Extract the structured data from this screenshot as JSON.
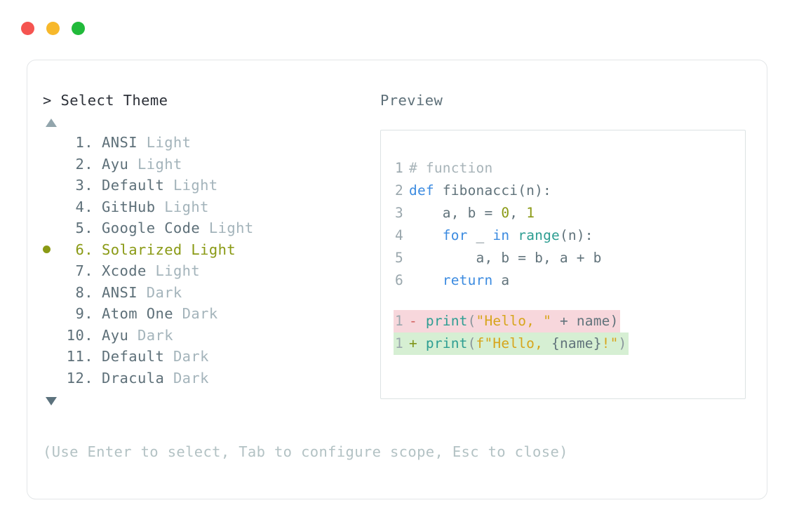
{
  "window": {
    "buttons": [
      {
        "name": "close",
        "color": "#F55450"
      },
      {
        "name": "minimize",
        "color": "#F7B82B"
      },
      {
        "name": "maximize",
        "color": "#21BA3A"
      }
    ]
  },
  "selector": {
    "prompt": "> Select Theme",
    "scroll_up_icon": "triangle-up-icon",
    "scroll_down_icon": "triangle-down-icon",
    "selected_index": 6,
    "selected_bullet_color": "#8A9A15",
    "items": [
      {
        "number": "1.",
        "name": "ANSI",
        "variant": "Light",
        "selected": false
      },
      {
        "number": "2.",
        "name": "Ayu",
        "variant": "Light",
        "selected": false
      },
      {
        "number": "3.",
        "name": "Default",
        "variant": "Light",
        "selected": false
      },
      {
        "number": "4.",
        "name": "GitHub",
        "variant": "Light",
        "selected": false
      },
      {
        "number": "5.",
        "name": "Google Code",
        "variant": "Light",
        "selected": false
      },
      {
        "number": "6.",
        "name": "Solarized",
        "variant": "Light",
        "selected": true
      },
      {
        "number": "7.",
        "name": "Xcode",
        "variant": "Light",
        "selected": false
      },
      {
        "number": "8.",
        "name": "ANSI",
        "variant": "Dark",
        "selected": false
      },
      {
        "number": "9.",
        "name": "Atom One",
        "variant": "Dark",
        "selected": false
      },
      {
        "number": "10.",
        "name": "Ayu",
        "variant": "Dark",
        "selected": false
      },
      {
        "number": "11.",
        "name": "Default",
        "variant": "Dark",
        "selected": false
      },
      {
        "number": "12.",
        "name": "Dracula",
        "variant": "Dark",
        "selected": false
      }
    ]
  },
  "preview": {
    "label": "Preview",
    "code_lines": [
      {
        "ln": "1",
        "tokens": [
          {
            "t": "# function",
            "c": "comment"
          }
        ]
      },
      {
        "ln": "2",
        "tokens": [
          {
            "t": "def",
            "c": "kw"
          },
          {
            "t": " fibonacci(n):",
            "c": "plain"
          }
        ]
      },
      {
        "ln": "3",
        "tokens": [
          {
            "t": "    a, b = ",
            "c": "plain"
          },
          {
            "t": "0",
            "c": "num"
          },
          {
            "t": ", ",
            "c": "plain"
          },
          {
            "t": "1",
            "c": "num"
          }
        ]
      },
      {
        "ln": "4",
        "tokens": [
          {
            "t": "    ",
            "c": "plain"
          },
          {
            "t": "for",
            "c": "kw"
          },
          {
            "t": " _ ",
            "c": "plain"
          },
          {
            "t": "in",
            "c": "kw"
          },
          {
            "t": " ",
            "c": "plain"
          },
          {
            "t": "range",
            "c": "fn"
          },
          {
            "t": "(n):",
            "c": "plain"
          }
        ]
      },
      {
        "ln": "5",
        "tokens": [
          {
            "t": "        a, b = b, a + b",
            "c": "plain"
          }
        ]
      },
      {
        "ln": "6",
        "tokens": [
          {
            "t": "    ",
            "c": "plain"
          },
          {
            "t": "return",
            "c": "kw"
          },
          {
            "t": " a",
            "c": "plain"
          }
        ]
      }
    ],
    "diff_lines": [
      {
        "kind": "del",
        "ln": "1",
        "marker": "-",
        "tokens": [
          {
            "t": "print",
            "c": "fn"
          },
          {
            "t": "(",
            "c": "punct"
          },
          {
            "t": "\"Hello, \"",
            "c": "str"
          },
          {
            "t": " + name)",
            "c": "plain"
          }
        ]
      },
      {
        "kind": "add",
        "ln": "1",
        "marker": "+",
        "tokens": [
          {
            "t": "print",
            "c": "fn"
          },
          {
            "t": "(",
            "c": "punct"
          },
          {
            "t": "f\"Hello, ",
            "c": "str"
          },
          {
            "t": "{name}",
            "c": "plain"
          },
          {
            "t": "!\"",
            "c": "str"
          },
          {
            "t": ")",
            "c": "punct"
          }
        ]
      }
    ]
  },
  "footer": {
    "hint": "(Use Enter to select, Tab to configure scope, Esc to close)"
  }
}
